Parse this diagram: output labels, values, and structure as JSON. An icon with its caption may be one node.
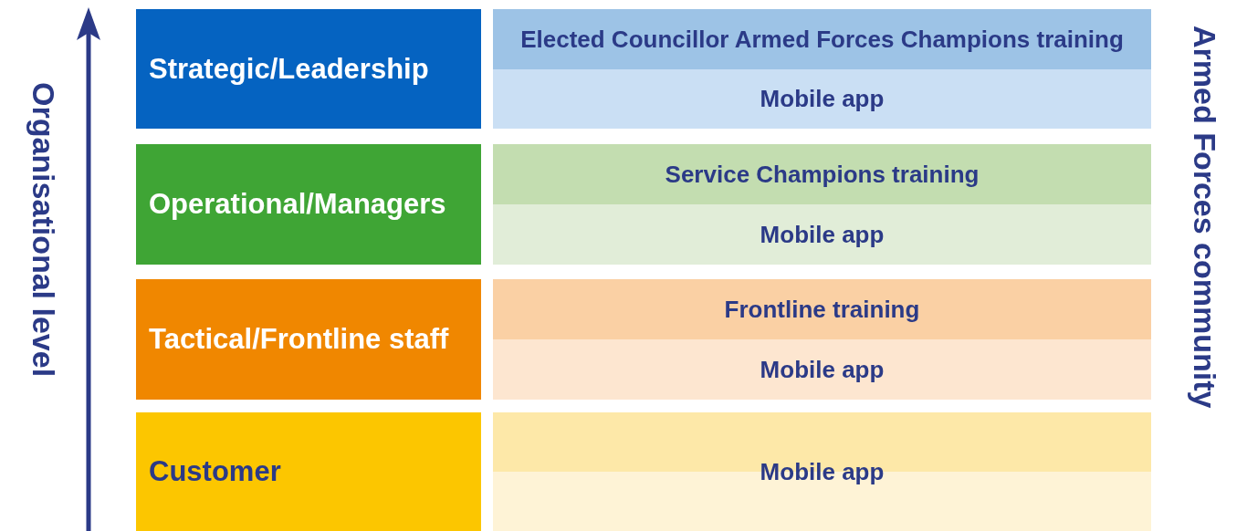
{
  "diagram": {
    "nodes": [
      {
        "text": [
          "Strategic/Leadership"
        ]
      },
      {
        "text": [
          "Elected Councillor Armed Forces Champions training"
        ]
      },
      {
        "text": [
          "Mobile app"
        ]
      },
      {
        "text": [
          "Operational/Managers"
        ]
      },
      {
        "text": [
          "Service Champions training"
        ]
      },
      {
        "text": [
          "Mobile app"
        ]
      },
      {
        "text": [
          "Tactical/Frontline staff"
        ]
      },
      {
        "text": [
          "Frontline training"
        ]
      },
      {
        "text": [
          "Mobile app"
        ]
      },
      {
        "text": [
          "Customer"
        ]
      },
      {
        "text": [
          "Mobile app"
        ]
      }
    ],
    "edges": [],
    "labels": [
      "Organisational level",
      "Armed Forces community"
    ]
  }
}
